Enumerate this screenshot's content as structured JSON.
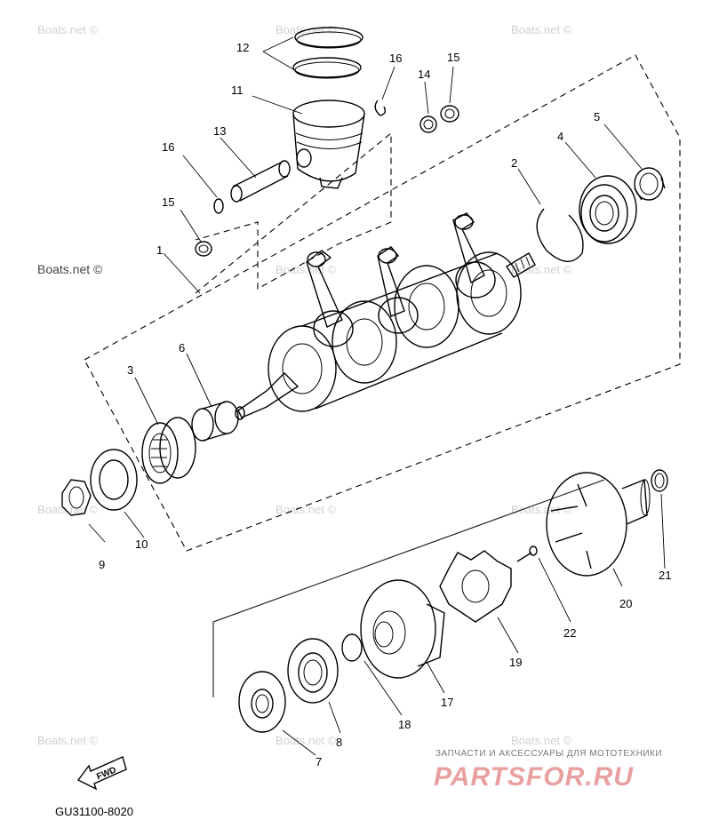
{
  "diagram_code": "GU31100-8020",
  "fwd_label": "FWD",
  "watermark": "Boats.net ©",
  "brand": {
    "tagline": "ЗАПЧАСТИ И АКСЕССУАРЫ ДЛЯ МОТОТЕХНИКИ",
    "name": "PARTSFOR.RU",
    "color": "#e8a0a0"
  },
  "callouts": {
    "c1": "1",
    "c2": "2",
    "c3": "3",
    "c4": "4",
    "c5": "5",
    "c6": "6",
    "c7": "7",
    "c8": "8",
    "c9": "9",
    "c10": "10",
    "c11": "11",
    "c12": "12",
    "c13": "13",
    "c14": "14",
    "c15a": "15",
    "c15b": "15",
    "c16a": "16",
    "c16b": "16",
    "c17": "17",
    "c18": "18",
    "c19": "19",
    "c20": "20",
    "c21": "21",
    "c22": "22"
  }
}
